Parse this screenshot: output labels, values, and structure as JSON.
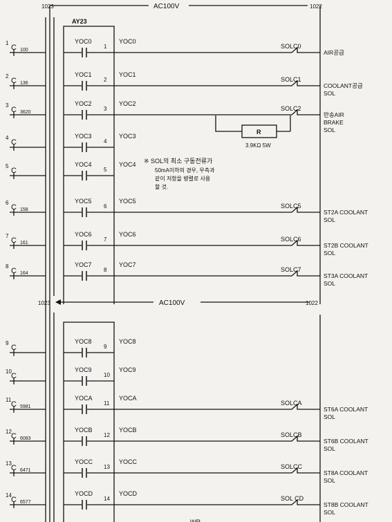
{
  "header": {
    "left_num": "1023",
    "title": "AC100V",
    "right_num": "1022"
  },
  "module": "AY23",
  "mid_bus": {
    "left_num": "1023",
    "title": "AC100V",
    "right_num": "1022"
  },
  "note": [
    "※ SOL의 최소 구동전류가",
    "50mA이하의 경우, 우측과",
    "같이 저항을 병렬로 사용",
    "할 것."
  ],
  "resistor": {
    "label": "R",
    "value": "3.9KΩ 5W"
  },
  "bottom_cut": "WR",
  "rungs": [
    {
      "row": "1",
      "addr": "100",
      "contact": "YOC0",
      "pin": "1",
      "coil": "YOC0",
      "sol": "SOLC0",
      "out": [
        "AIR공급"
      ]
    },
    {
      "row": "2",
      "addr": "136",
      "contact": "YOC1",
      "pin": "2",
      "coil": "YOC1",
      "sol": "SOLC1",
      "out": [
        "COOLANT공급",
        "SOL"
      ]
    },
    {
      "row": "3",
      "addr": "3620",
      "contact": "YOC2",
      "pin": "3",
      "coil": "YOC2",
      "sol": "SOLC2",
      "out": [
        "반송AIR",
        "BRAKE",
        "SOL"
      ]
    },
    {
      "row": "4",
      "addr": "",
      "contact": "YOC3",
      "pin": "4",
      "coil": "YOC3",
      "sol": "",
      "out": []
    },
    {
      "row": "5",
      "addr": "",
      "contact": "YOC4",
      "pin": "5",
      "coil": "YOC4",
      "sol": "",
      "out": []
    },
    {
      "row": "6",
      "addr": "158",
      "contact": "YOC5",
      "pin": "6",
      "coil": "YOC5",
      "sol": "SOLC5",
      "out": [
        "ST2A COOLANT",
        "SOL"
      ]
    },
    {
      "row": "7",
      "addr": "161",
      "contact": "YOC6",
      "pin": "7",
      "coil": "YOC6",
      "sol": "SOLC6",
      "out": [
        "ST2B COOLANT",
        "SOL"
      ]
    },
    {
      "row": "8",
      "addr": "164",
      "contact": "YOC7",
      "pin": "8",
      "coil": "YOC7",
      "sol": "SOLC7",
      "out": [
        "ST3A COOLANT",
        "SOL"
      ]
    },
    {
      "row": "9",
      "addr": "",
      "contact": "YOC8",
      "pin": "9",
      "coil": "YOC8",
      "sol": "",
      "out": []
    },
    {
      "row": "10",
      "addr": "",
      "contact": "YOC9",
      "pin": "10",
      "coil": "YOC9",
      "sol": "",
      "out": []
    },
    {
      "row": "11",
      "addr": "5981",
      "contact": "YOCA",
      "pin": "11",
      "coil": "YOCA",
      "sol": "SOLCA",
      "out": [
        "ST6A COOLANT",
        "SOL"
      ]
    },
    {
      "row": "12",
      "addr": "6083",
      "contact": "YOCB",
      "pin": "12",
      "coil": "YOCB",
      "sol": "SOLCB",
      "out": [
        "ST6B COOLANT",
        "SOL"
      ]
    },
    {
      "row": "13",
      "addr": "6471",
      "contact": "YOCC",
      "pin": "13",
      "coil": "YOCC",
      "sol": "SOLCC",
      "out": [
        "ST8A COOLANT",
        "SOL"
      ]
    },
    {
      "row": "14",
      "addr": "6577",
      "contact": "YOCD",
      "pin": "14",
      "coil": "YOCD",
      "sol": "SOL CD",
      "out": [
        "ST8B COOLANT",
        "SOL"
      ]
    }
  ]
}
